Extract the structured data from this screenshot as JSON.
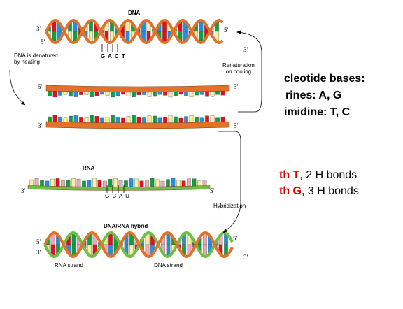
{
  "diagram": {
    "dna_title": "DNA",
    "denature_label": "DNA is denatured\nby heating",
    "renature_label": "Renaturation\non cooling",
    "dna_bases": "G A C T",
    "rna_title": "RNA",
    "rna_bases": "G C A U",
    "hybridization_label": "Hybridization",
    "hybrid_title": "DNA/RNA hybrid",
    "rna_strand_label": "RNA strand",
    "dna_strand_label": "DNA strand",
    "prime5": "5′",
    "prime3": "3′"
  },
  "slide_text": {
    "line1": "cleotide bases:",
    "line2": "rines: A, G",
    "line3": "imidine: T, C",
    "pair1_bold": "th T",
    "pair1_rest": ", 2 H bonds",
    "pair2_bold": "th G",
    "pair2_rest": ", 3 H bonds"
  },
  "colors": {
    "backbone": "#e2722a",
    "rna_backbone": "#6fbf45",
    "base_red": "#e01020",
    "base_green": "#10a040",
    "base_blue": "#2090e0",
    "base_yellow": "#f8f0a0",
    "base_pink": "#f0a8b8",
    "highlight_red": "#e00000"
  }
}
